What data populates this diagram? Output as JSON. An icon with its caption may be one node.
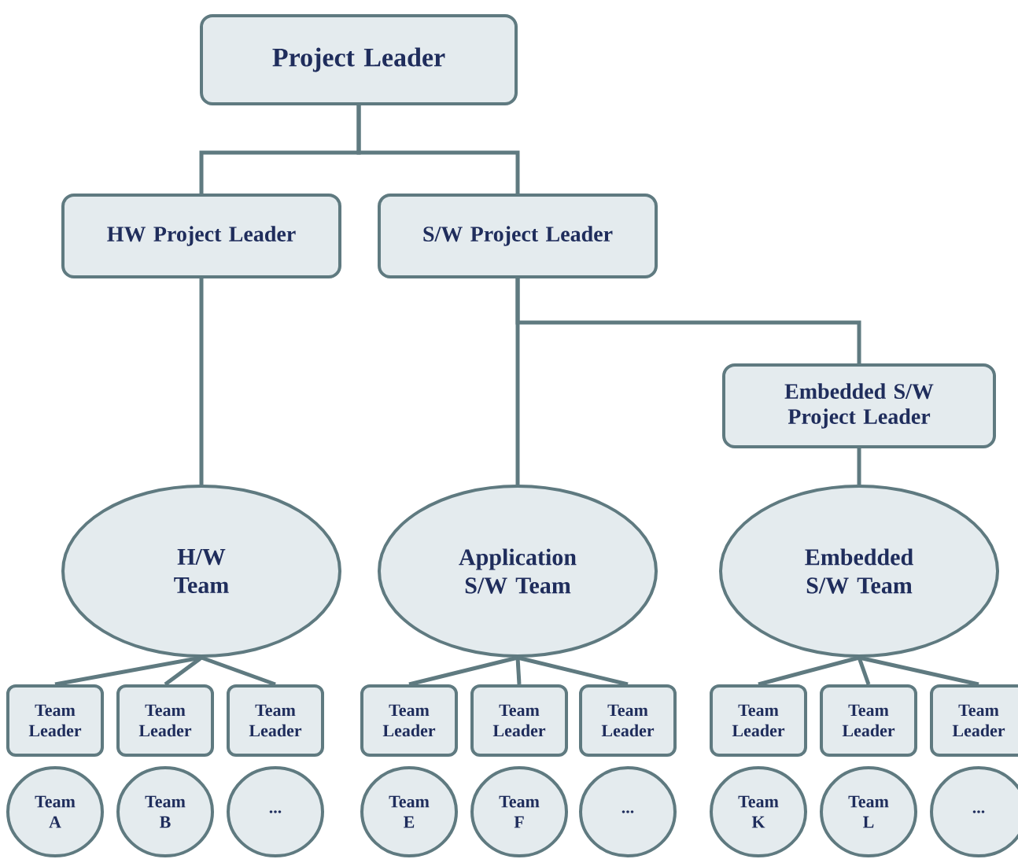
{
  "diagram": {
    "nodes": [
      {
        "text": [
          "Project Leader"
        ]
      },
      {
        "text": [
          "HW Project Leader"
        ]
      },
      {
        "text": [
          "S/W Project Leader"
        ]
      },
      {
        "text": [
          "Embedded S/W Project Leader"
        ]
      },
      {
        "text": [
          "H/W Team"
        ]
      },
      {
        "text": [
          "Application S/W Team"
        ]
      },
      {
        "text": [
          "Embedded S/W Team"
        ]
      },
      {
        "text": [
          "Team Leader"
        ]
      },
      {
        "text": [
          "Team Leader"
        ]
      },
      {
        "text": [
          "Team Leader"
        ]
      },
      {
        "text": [
          "Team Leader"
        ]
      },
      {
        "text": [
          "Team Leader"
        ]
      },
      {
        "text": [
          "Team Leader"
        ]
      },
      {
        "text": [
          "Team Leader"
        ]
      },
      {
        "text": [
          "Team Leader"
        ]
      },
      {
        "text": [
          "Team Leader"
        ]
      },
      {
        "text": [
          "Team A"
        ]
      },
      {
        "text": [
          "Team B"
        ]
      },
      {
        "text": [
          "..."
        ]
      },
      {
        "text": [
          "Team E"
        ]
      },
      {
        "text": [
          "Team F"
        ]
      },
      {
        "text": [
          "..."
        ]
      },
      {
        "text": [
          "Team K"
        ]
      },
      {
        "text": [
          "Team L"
        ]
      },
      {
        "text": [
          "..."
        ]
      }
    ],
    "edges": [
      {
        "from": 0,
        "to": 1,
        "arrow": "none"
      },
      {
        "from": 0,
        "to": 2,
        "arrow": "none"
      },
      {
        "from": 1,
        "to": 4,
        "arrow": "none"
      },
      {
        "from": 2,
        "to": 5,
        "arrow": "none"
      },
      {
        "from": 2,
        "to": 3,
        "arrow": "none"
      },
      {
        "from": 3,
        "to": 6,
        "arrow": "none"
      },
      {
        "from": 4,
        "to": 7,
        "arrow": "none"
      },
      {
        "from": 4,
        "to": 8,
        "arrow": "none"
      },
      {
        "from": 4,
        "to": 9,
        "arrow": "none"
      },
      {
        "from": 5,
        "to": 10,
        "arrow": "none"
      },
      {
        "from": 5,
        "to": 11,
        "arrow": "none"
      },
      {
        "from": 5,
        "to": 12,
        "arrow": "none"
      },
      {
        "from": 6,
        "to": 13,
        "arrow": "none"
      },
      {
        "from": 6,
        "to": 14,
        "arrow": "none"
      },
      {
        "from": 6,
        "to": 15,
        "arrow": "none"
      }
    ]
  }
}
